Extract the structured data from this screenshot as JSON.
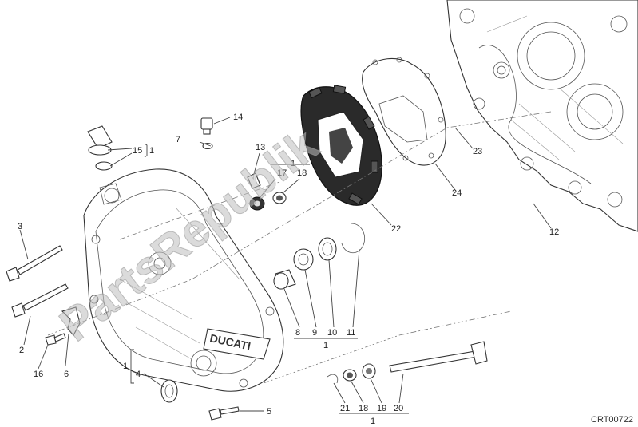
{
  "watermark": "PartsRepublik",
  "drawing_code": "CRT00722",
  "cover_logo": "DUCATI",
  "callouts": {
    "c1_top": "1",
    "c15": "15",
    "c15_1": "1",
    "c14": "14",
    "c7": "7",
    "c13": "13",
    "c17": "17",
    "c18_top": "18",
    "c1_bracket": "1",
    "c3": "3",
    "c2": "2",
    "c6": "6",
    "c16": "16",
    "c4": "4",
    "c1_left": "1",
    "c5": "5",
    "c8": "8",
    "c9": "9",
    "c10": "10",
    "c11": "11",
    "c1_mid": "1",
    "c22": "22",
    "c23": "23",
    "c24": "24",
    "c12": "12",
    "c21": "21",
    "c18_bottom": "18",
    "c19": "19",
    "c20": "20",
    "c1_bottom": "1"
  }
}
